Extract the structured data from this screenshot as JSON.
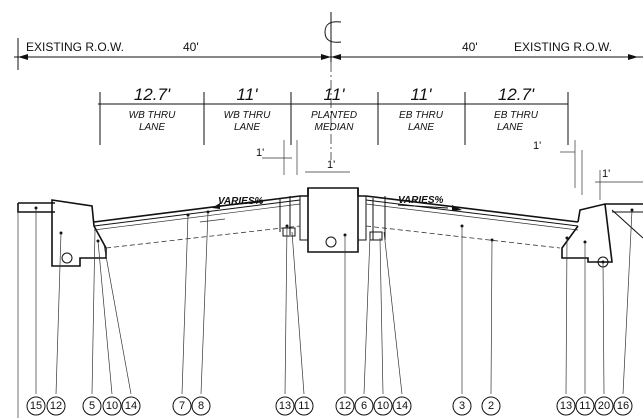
{
  "header": {
    "left_row": "EXISTING R.O.W.",
    "left_dim": "40'",
    "right_dim": "40'",
    "right_row": "EXISTING R.O.W."
  },
  "lanes": [
    {
      "width": "12.7'",
      "line1": "WB THRU",
      "line2": "LANE"
    },
    {
      "width": "11'",
      "line1": "WB THRU",
      "line2": "LANE"
    },
    {
      "width": "11'",
      "line1": "PLANTED",
      "line2": "MEDIAN"
    },
    {
      "width": "11'",
      "line1": "EB THRU",
      "line2": "LANE"
    },
    {
      "width": "12.7'",
      "line1": "EB THRU",
      "line2": "LANE"
    }
  ],
  "offsets": {
    "median_left": "1'",
    "median_right": "1'",
    "eb_right": "1'",
    "edge_right": "1'"
  },
  "slopes": {
    "left": "VARIES%",
    "right": "VARIES%"
  },
  "callouts": [
    "15",
    "12",
    "5",
    "10",
    "14",
    "7",
    "8",
    "13",
    "11",
    "12",
    "6",
    "10",
    "14",
    "3",
    "2",
    "13",
    "11",
    "20",
    "16"
  ]
}
